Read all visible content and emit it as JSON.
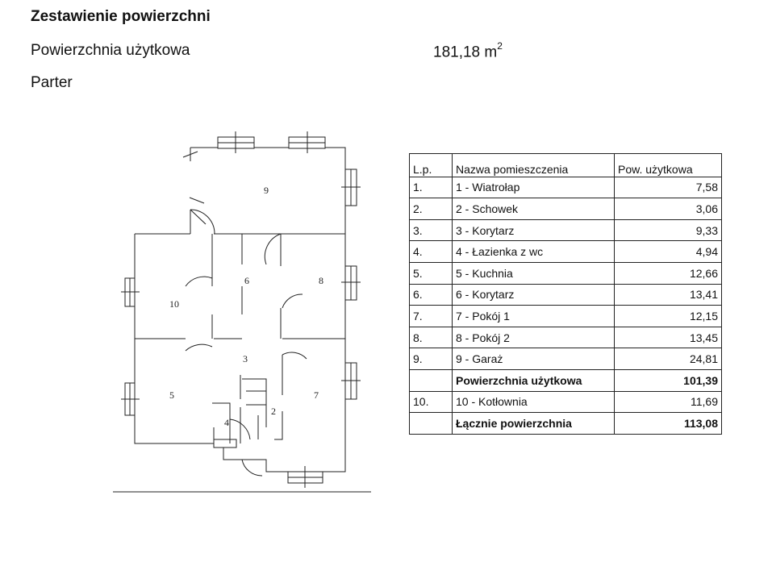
{
  "header": {
    "title": "Zestawienie powierzchni",
    "usable_label": "Powierzchnia użytkowa",
    "usable_value": "181,18 m",
    "usable_unit_exp": "2",
    "floor_label": "Parter"
  },
  "plan": {
    "room_labels": [
      "9",
      "6",
      "8",
      "10",
      "3",
      "5",
      "7",
      "4",
      "2"
    ]
  },
  "table": {
    "headers": [
      "L.p.",
      "Nazwa pomieszczenia",
      "Pow. użytkowa"
    ],
    "rows": [
      {
        "lp": "1.",
        "name": "1 - Wiatrołap",
        "area": "7,58",
        "bold": false
      },
      {
        "lp": "2.",
        "name": "2 - Schowek",
        "area": "3,06",
        "bold": false
      },
      {
        "lp": "3.",
        "name": "3 - Korytarz",
        "area": "9,33",
        "bold": false
      },
      {
        "lp": "4.",
        "name": "4 - Łazienka z wc",
        "area": "4,94",
        "bold": false
      },
      {
        "lp": "5.",
        "name": "5 - Kuchnia",
        "area": "12,66",
        "bold": false
      },
      {
        "lp": "6.",
        "name": "6 - Korytarz",
        "area": "13,41",
        "bold": false
      },
      {
        "lp": "7.",
        "name": "7 - Pokój 1",
        "area": "12,15",
        "bold": false
      },
      {
        "lp": "8.",
        "name": "8 - Pokój 2",
        "area": "13,45",
        "bold": false
      },
      {
        "lp": "9.",
        "name": "9 - Garaż",
        "area": "24,81",
        "bold": false
      },
      {
        "lp": "",
        "name": "Powierzchnia użytkowa",
        "area": "101,39",
        "bold": true
      },
      {
        "lp": "10.",
        "name": "10 - Kotłownia",
        "area": "11,69",
        "bold": false
      },
      {
        "lp": "",
        "name": "Łącznie powierzchnia",
        "area": "113,08",
        "bold": true
      }
    ]
  }
}
